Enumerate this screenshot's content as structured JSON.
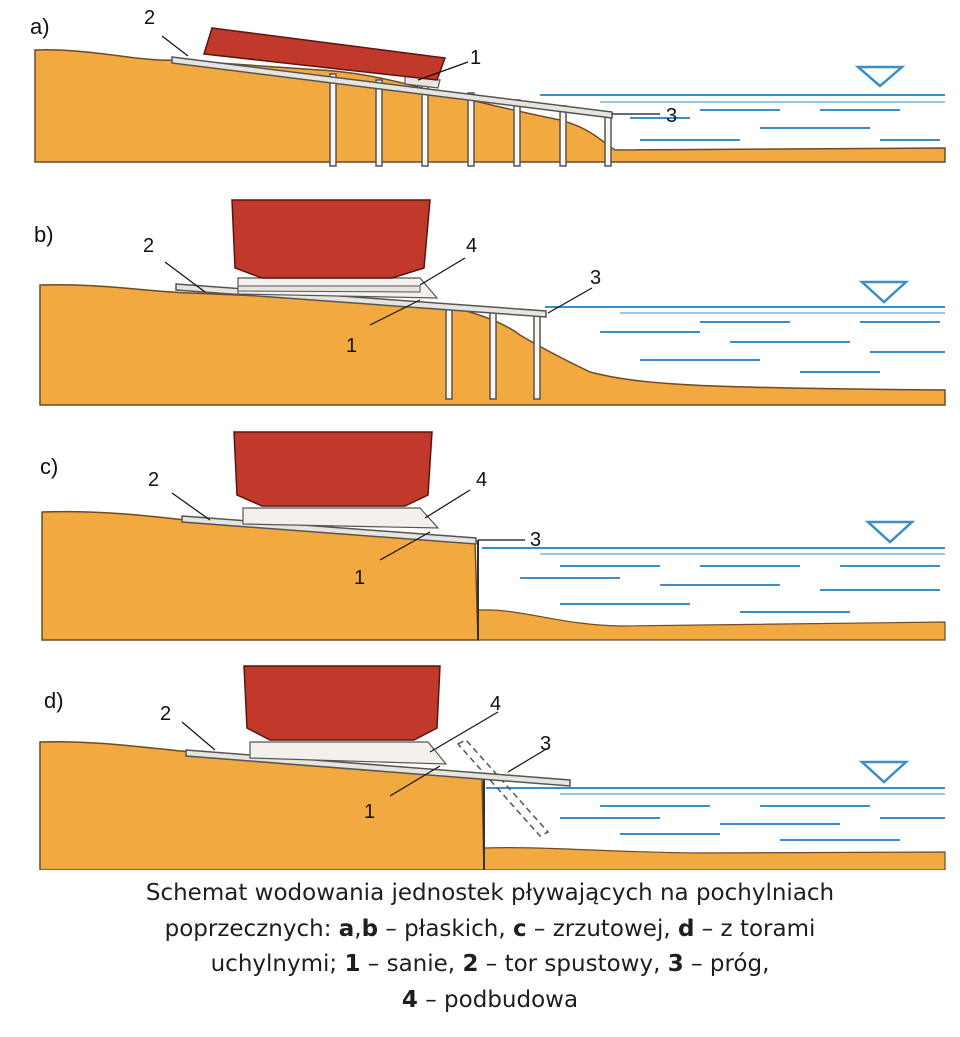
{
  "panels": [
    {
      "id": "a",
      "label": "a)",
      "callouts": [
        "1",
        "2",
        "3"
      ]
    },
    {
      "id": "b",
      "label": "b)",
      "callouts": [
        "1",
        "2",
        "3",
        "4"
      ]
    },
    {
      "id": "c",
      "label": "c)",
      "callouts": [
        "1",
        "2",
        "3",
        "4"
      ]
    },
    {
      "id": "d",
      "label": "d)",
      "callouts": [
        "1",
        "2",
        "3",
        "4"
      ]
    }
  ],
  "caption": {
    "line1": "Schemat wodowania jednostek pływających na pochylniach",
    "line2_pre": "poprzecznych: ",
    "line2_ab": "a",
    "line2_comma": ",",
    "line2_b": "b",
    "line2_mid": " – płaskich, ",
    "line2_c": "c",
    "line2_mid2": " – zrzutowej, ",
    "line2_d": "d",
    "line2_end": " – z torami",
    "line3_pre": "uchylnymi; ",
    "line3_1": "1",
    "line3_t1": " – sanie, ",
    "line3_2": "2",
    "line3_t2": " – tor spustowy, ",
    "line3_3": "3",
    "line3_t3": " – próg,",
    "line4_4": "4",
    "line4_t4": " – podbudowa"
  },
  "colors": {
    "ground": "#f2a940",
    "hull": "#c0392b",
    "water_line": "#3a8fc6",
    "structure": "#555555",
    "track": "#e8e4de"
  }
}
